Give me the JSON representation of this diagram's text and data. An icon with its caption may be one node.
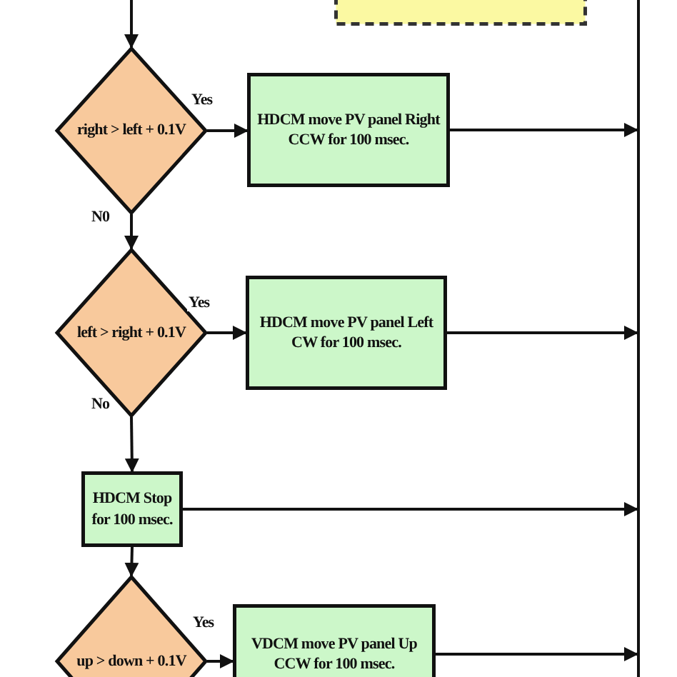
{
  "diagram": {
    "nodes": [
      {
        "text": [],
        "shape": "box"
      },
      {
        "text": [
          "right > left + 0.1V"
        ]
      },
      {
        "text": [
          "HDCM move PV panel Right CCW for 100 msec."
        ]
      },
      {
        "text": [
          "left > right + 0.1V"
        ]
      },
      {
        "text": [
          "HDCM move PV panel Left CW for 100 msec."
        ]
      },
      {
        "text": [
          "HDCM Stop for 100 msec."
        ]
      },
      {
        "text": [
          "up > down + 0.1V"
        ]
      },
      {
        "text": [
          "VDCM move PV panel Up CCW for 100 msec."
        ]
      },
      {
        "text": [],
        "shape": "bar"
      }
    ],
    "edges": [
      {
        "from": null,
        "to": 1,
        "arrow": "to"
      },
      {
        "from": 1,
        "to": 2,
        "arrow": "to",
        "label": "Yes"
      },
      {
        "from": 2,
        "to": 8,
        "arrow": "to"
      },
      {
        "from": 1,
        "to": 3,
        "arrow": "to",
        "label": "N0"
      },
      {
        "from": 3,
        "to": 4,
        "arrow": "to",
        "label": "Yes"
      },
      {
        "from": 4,
        "to": 8,
        "arrow": "to"
      },
      {
        "from": 3,
        "to": 5,
        "arrow": "to",
        "label": "No"
      },
      {
        "from": 5,
        "to": 8,
        "arrow": "to"
      },
      {
        "from": 5,
        "to": 6,
        "arrow": "to"
      },
      {
        "from": 6,
        "to": 7,
        "arrow": "to",
        "label": "Yes"
      },
      {
        "from": 7,
        "to": 8,
        "arrow": "to"
      }
    ]
  }
}
